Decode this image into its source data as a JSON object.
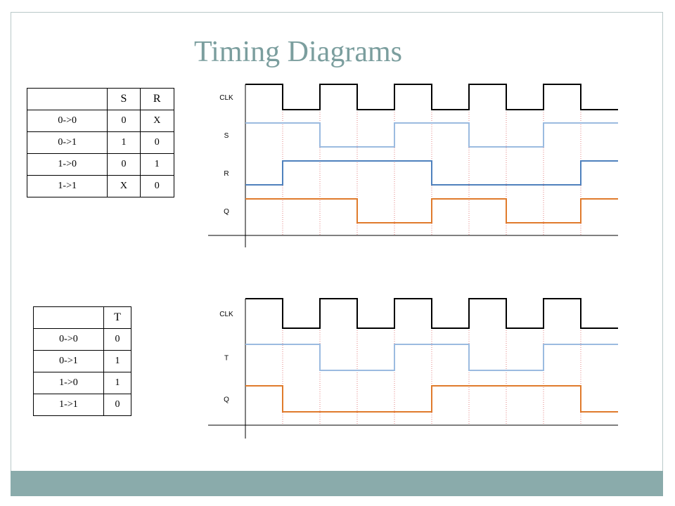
{
  "title": "Timing Diagrams",
  "colors": {
    "title": "#7b9e9e",
    "footer": "#8aabab",
    "clk": "#000000",
    "input_light": "#9bbbe0",
    "input_dark": "#4f81bd",
    "output": "#e07b2c",
    "grid": "#e08080"
  },
  "sr_table": {
    "headers": [
      "",
      "S",
      "R"
    ],
    "rows": [
      [
        "0->0",
        "0",
        "X"
      ],
      [
        "0->1",
        "1",
        "0"
      ],
      [
        "1->0",
        "0",
        "1"
      ],
      [
        "1->1",
        "X",
        "0"
      ]
    ]
  },
  "t_table": {
    "headers": [
      "",
      "T"
    ],
    "rows": [
      [
        "0->0",
        "0"
      ],
      [
        "0->1",
        "1"
      ],
      [
        "1->0",
        "1"
      ],
      [
        "1->1",
        "0"
      ]
    ]
  },
  "sr_diagram": {
    "signals": [
      {
        "label": "CLK",
        "levels": [
          1,
          0,
          1,
          0,
          1,
          0,
          1,
          0,
          1,
          0
        ],
        "color": "#000000"
      },
      {
        "label": "S",
        "levels": [
          1,
          1,
          0,
          0,
          1,
          1,
          0,
          0,
          1,
          1
        ],
        "color": "#9bbbe0"
      },
      {
        "label": "R",
        "levels": [
          0,
          1,
          1,
          1,
          1,
          0,
          0,
          0,
          0,
          1
        ],
        "color": "#4f81bd"
      },
      {
        "label": "Q",
        "levels": [
          1,
          1,
          1,
          0,
          0,
          1,
          1,
          0,
          0,
          1
        ],
        "color": "#e07b2c"
      }
    ]
  },
  "t_diagram": {
    "signals": [
      {
        "label": "CLK",
        "levels": [
          1,
          0,
          1,
          0,
          1,
          0,
          1,
          0,
          1,
          0
        ],
        "color": "#000000"
      },
      {
        "label": "T",
        "levels": [
          1,
          1,
          0,
          0,
          1,
          1,
          0,
          0,
          1,
          1
        ],
        "color": "#9bbbe0"
      },
      {
        "label": "Q",
        "levels": [
          1,
          0,
          0,
          0,
          0,
          1,
          1,
          1,
          1,
          0
        ],
        "color": "#e07b2c"
      }
    ]
  }
}
